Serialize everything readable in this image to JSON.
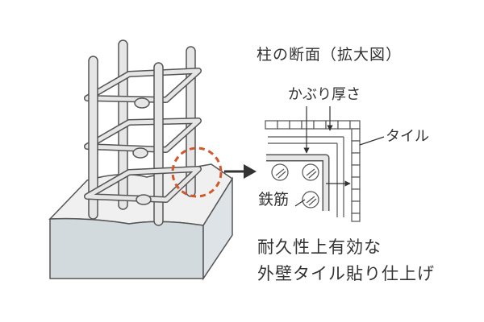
{
  "labels": {
    "section_title": "柱の断面（拡大図）",
    "cover": "かぶり厚さ",
    "tile": "タイル",
    "rebar": "鉄筋",
    "description_line1": "耐久性上有効な",
    "description_line2": "外壁タイル貼り仕上げ"
  },
  "colors": {
    "line": "#555555",
    "bar_fill": "#e6e6e6",
    "concrete_top": "#f0f0f0",
    "concrete_side": "#dde3e6",
    "concrete_front": "#d2dadd",
    "highlight": "#d2572a",
    "arrow": "#333333"
  }
}
